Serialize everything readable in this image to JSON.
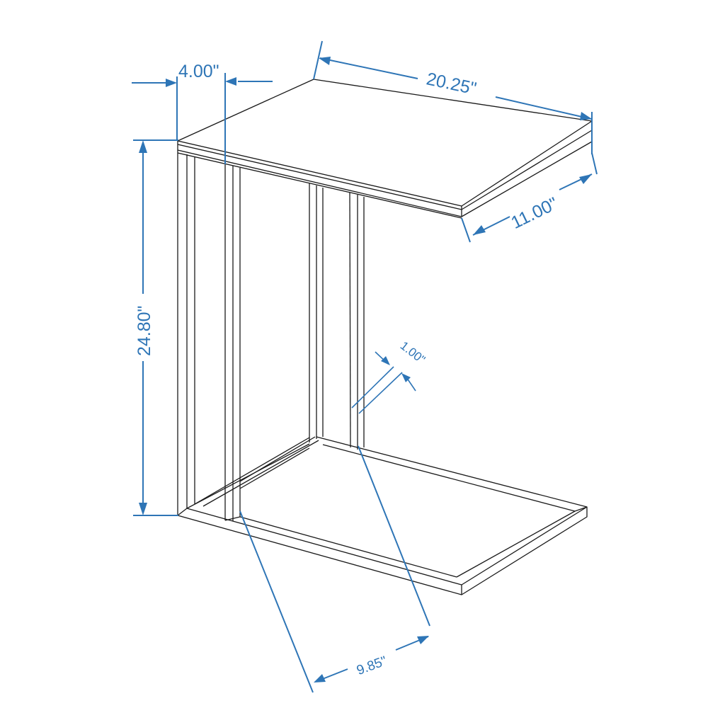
{
  "diagram": {
    "subject": "C-shaped side table, isometric line drawing with dimensions",
    "line_color": "#1a1a1a",
    "dimension_color": "#2e75b6",
    "dimensions": {
      "top_width": "20.25\"",
      "top_depth": "11.00\"",
      "overall_height": "24.80\"",
      "leg_offset": "4.00\"",
      "tube_width": "1.00\"",
      "base_depth": "9.85\""
    }
  }
}
